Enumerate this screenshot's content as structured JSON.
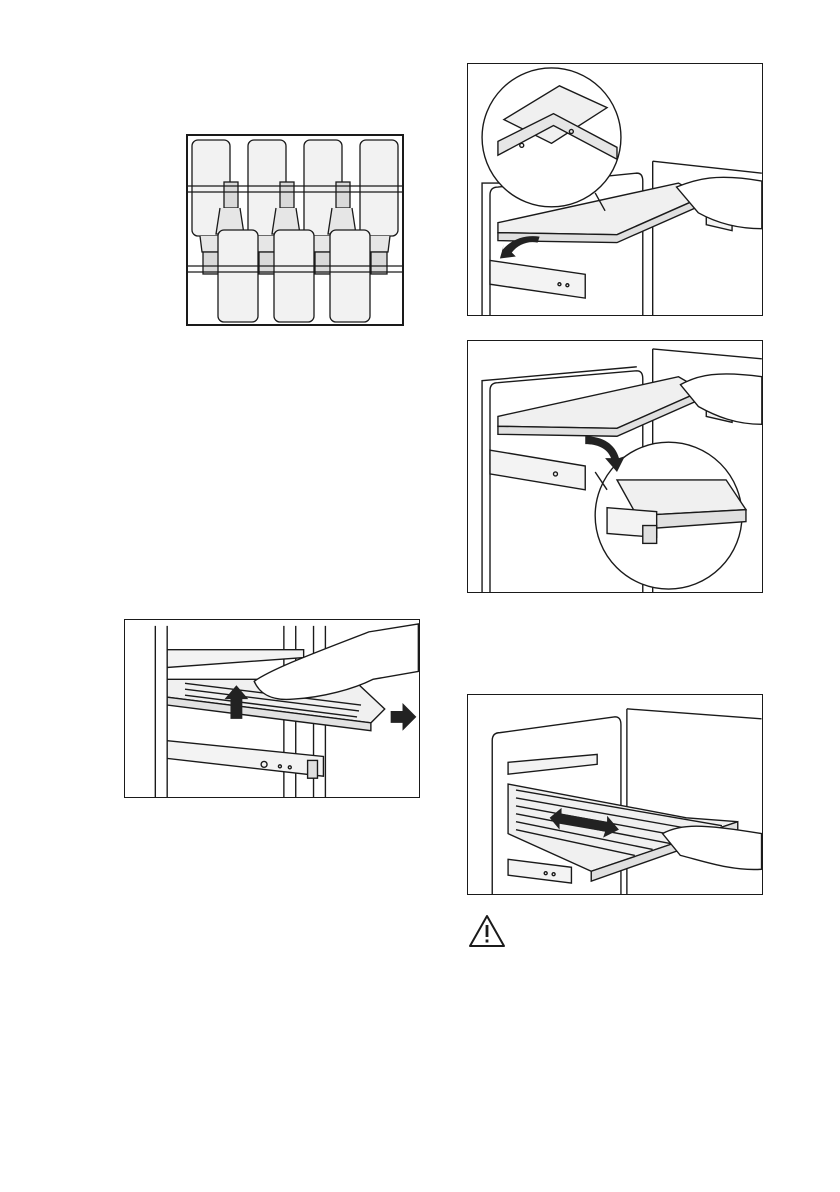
{
  "page": {
    "figures": [
      {
        "id": "bottle-rack",
        "icon": "bottle-rack-illustration"
      },
      {
        "id": "shelf-remove-front",
        "icon": "shelf-lift-and-pull-illustration"
      },
      {
        "id": "shelf-remove-tilt",
        "icon": "shelf-tilt-detail-illustration"
      },
      {
        "id": "shelf-insert-tilt",
        "icon": "shelf-insert-detail-illustration"
      },
      {
        "id": "shelf-slide",
        "icon": "shelf-slide-illustration"
      }
    ],
    "warning": {
      "icon": "warning-triangle-icon"
    }
  },
  "colors": {
    "line": "#1a1a1a",
    "fill_light": "#f0f0f0",
    "fill_mid": "#d9d9d9",
    "arrow": "#222222"
  }
}
